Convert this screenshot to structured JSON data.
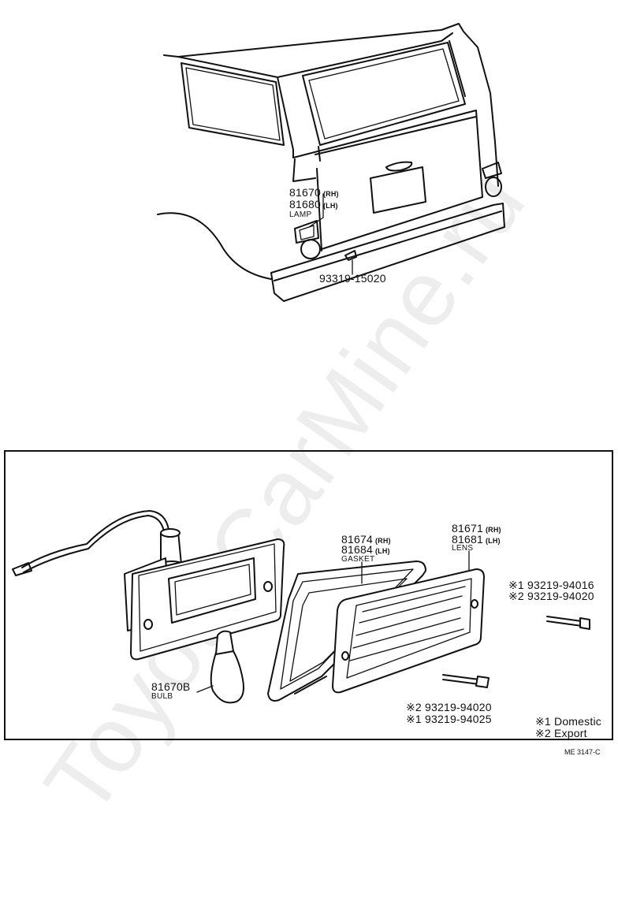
{
  "top_view": {
    "lamp_rh": {
      "number": "81670",
      "side": "(RH)"
    },
    "lamp_lh": {
      "number": "81680",
      "side": "(LH)"
    },
    "lamp_name": "LAMP",
    "screw": "93319-15020"
  },
  "detail": {
    "gasket_rh": {
      "number": "81674",
      "side": "(RH)"
    },
    "gasket_lh": {
      "number": "81684",
      "side": "(LH)"
    },
    "gasket_name": "GASKET",
    "lens_rh": {
      "number": "81671",
      "side": "(RH)"
    },
    "lens_lh": {
      "number": "81681",
      "side": "(LH)"
    },
    "lens_name": "LENS",
    "bulb_number": "81670B",
    "bulb_name": "BULB",
    "screw_upper_1": "※1  93219-94016",
    "screw_upper_2": "※2  93219-94020",
    "screw_lower_2": "※2  93219-94020",
    "screw_lower_1": "※1  93219-94025",
    "legend_1": "※1 Domestic",
    "legend_2": "※2 Export"
  },
  "figure_code": "ME  3147-C",
  "watermark": "ToyotaCarMine.ru"
}
